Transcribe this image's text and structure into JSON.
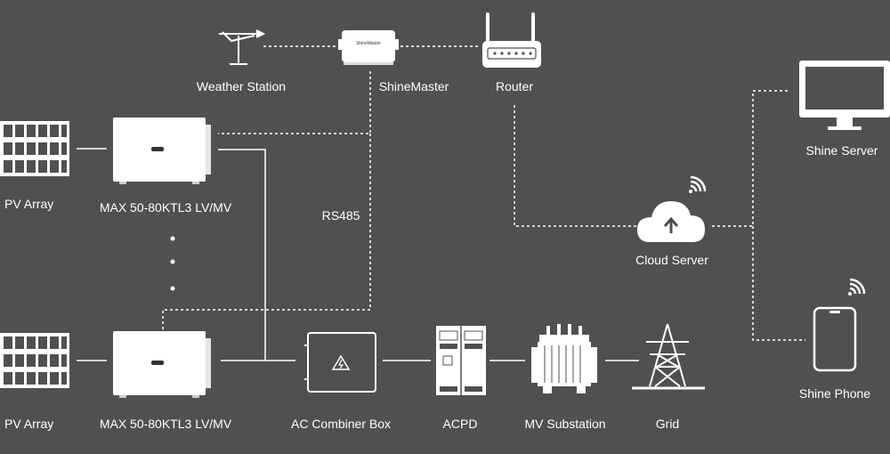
{
  "labels": {
    "weather_station": "Weather Station",
    "shinemaster": "ShineMaster",
    "router": "Router",
    "shine_server": "Shine Server",
    "pv_array_top": "PV Array",
    "inverter_top": "MAX 50-80KTL3 LV/MV",
    "rs485": "RS485",
    "cloud_server": "Cloud Server",
    "shine_phone": "Shine Phone",
    "pv_array_bottom": "PV Array",
    "inverter_bottom": "MAX 50-80KTL3 LV/MV",
    "ac_combiner": "AC Combiner Box",
    "acpd": "ACPD",
    "mv_substation": "MV Substation",
    "grid": "Grid"
  },
  "device_text": {
    "shinemaster_screen": "ShineMaster"
  },
  "icons": {
    "weather_station": "weather-station-icon",
    "shinemaster": "datalogger-icon",
    "router": "router-icon",
    "monitor": "monitor-icon",
    "solar_panel": "solar-panel-icon",
    "inverter": "inverter-icon",
    "cloud": "cloud-upload-icon",
    "wifi": "wifi-icon",
    "phone": "phone-icon",
    "combiner": "high-voltage-icon",
    "acpd": "cabinet-icon",
    "substation": "transformer-icon",
    "grid": "transmission-tower-icon"
  },
  "colors": {
    "background": "#505050",
    "device_fill": "#ffffff",
    "line": "#ffffff"
  }
}
